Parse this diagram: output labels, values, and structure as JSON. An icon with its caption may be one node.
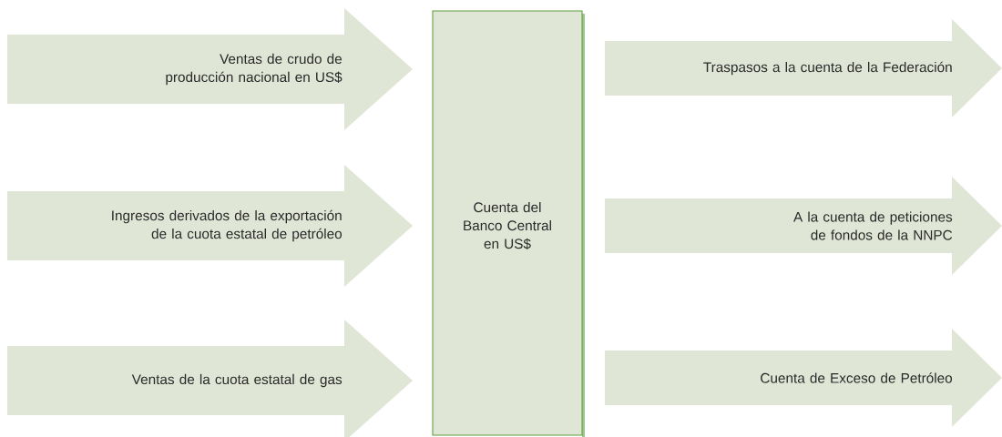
{
  "diagram": {
    "nodes": [
      {
        "text": [
          "Ventas de crudo de producción nacional en US$"
        ]
      },
      {
        "text": [
          "Ingresos derivados de la exportación de la cuota estatal de petróleo"
        ]
      },
      {
        "text": [
          "Ventas de la cuota estatal de gas"
        ]
      },
      {
        "text": [
          "Cuenta del Banco Central en US$"
        ]
      },
      {
        "text": [
          "Traspasos a la cuenta de la Federación"
        ]
      },
      {
        "text": [
          "A la cuenta de peticiones de fondos de la NNPC"
        ]
      },
      {
        "text": [
          "Cuenta de Exceso de Petróleo"
        ]
      }
    ]
  }
}
